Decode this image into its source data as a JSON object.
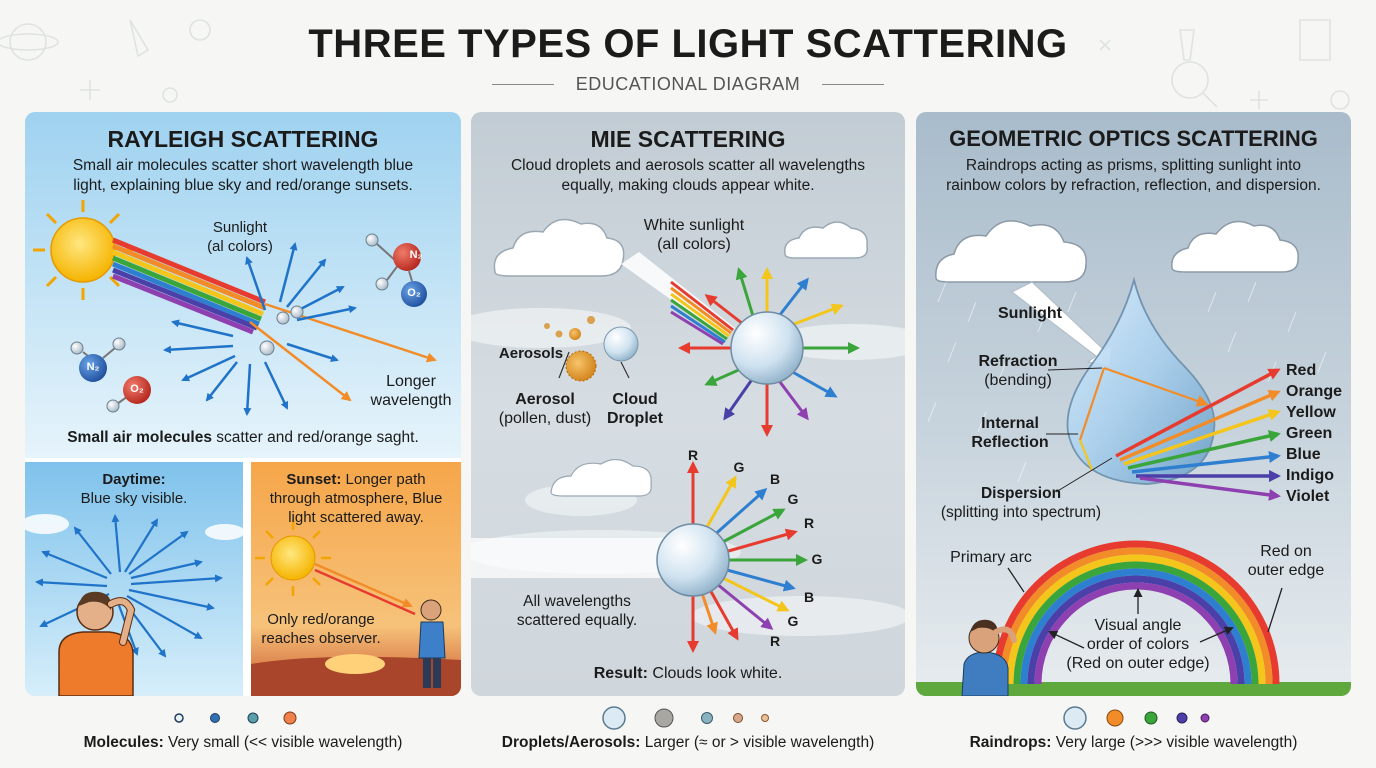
{
  "header": {
    "title": "THREE TYPES OF LIGHT SCATTERING",
    "subtitle": "EDUCATIONAL DIAGRAM"
  },
  "rayleigh": {
    "title": "RAYLEIGH SCATTERING",
    "desc_line1": "Small air molecules scatter short wavelength blue",
    "desc_line2": "light, explaining blue sky and red/orange sunsets.",
    "sunlight_line1": "Sunlight",
    "sunlight_line2": "(al colors)",
    "longer_line1": "Longer",
    "longer_line2": "wavelength",
    "molecules": [
      "N₂",
      "O₂",
      "N₂",
      "O₂"
    ],
    "caption_bold": "Small air molecules",
    "caption_rest": " scatter and red/orange saght.",
    "daytime_bold": "Daytime:",
    "daytime_rest": "Blue sky visible.",
    "sunset_bold": "Sunset:",
    "sunset_rest1": " Longer path",
    "sunset_rest2": "through atmosphere, Blue",
    "sunset_rest3": "light scattered away.",
    "observer_line1": "Only red/orange",
    "observer_line2": "reaches observer."
  },
  "mie": {
    "title": "MIE SCATTERING",
    "desc_line1": "Cloud droplets and aerosols scatter all wavelengths",
    "desc_line2": "equally, making clouds appear white.",
    "white_line1": "White sunlight",
    "white_line2": "(all colors)",
    "aerosols": "Aerosols",
    "aerosol_line1": "Aerosol",
    "aerosol_line2": "(pollen, dust)",
    "cloud_line1": "Cloud",
    "cloud_line2": "Droplet",
    "rgb_labels": [
      "R",
      "G",
      "B",
      "G",
      "R",
      "G",
      "B",
      "G",
      "R"
    ],
    "all_line1": "All wavelengths",
    "all_line2": "scattered equally.",
    "result_bold": "Result:",
    "result_rest": " Clouds look white."
  },
  "geometric": {
    "title": "GEOMETRIC OPTICS SCATTERING",
    "desc_line1": "Raindrops acting as prisms, splitting sunlight into",
    "desc_line2": "rainbow colors by refraction, reflection, and dispersion.",
    "sunlight": "Sunlight",
    "refraction_line1": "Refraction",
    "refraction_line2": "(bending)",
    "internal_line1": "Internal",
    "internal_line2": "Reflection",
    "dispersion_line1": "Dispersion",
    "dispersion_line2": "(splitting into spectrum)",
    "colors": [
      "Red",
      "Orange",
      "Yellow",
      "Green",
      "Blue",
      "Indigo",
      "Violet"
    ],
    "primary_arc": "Primary arc",
    "red_edge_line1": "Red on",
    "red_edge_line2": "outer edge",
    "visual_line1": "Visual angle",
    "visual_line2": "order of colors",
    "visual_line3": "(Red on outer edge)"
  },
  "footer": {
    "molecules_bold": "Molecules:",
    "molecules_rest": " Very small (<< visible wavelength)",
    "droplets_bold": "Droplets/Aerosols:",
    "droplets_rest": " Larger (≈ or > visible wavelength)",
    "raindrops_bold": "Raindrops:",
    "raindrops_rest": " Very large (>>> visible wavelength)"
  },
  "colors": {
    "red": "#e63b2e",
    "orange": "#f28c28",
    "yellow": "#f4c51b",
    "green": "#3aa53a",
    "blue": "#2f7fd1",
    "indigo": "#4b3fa8",
    "violet": "#8e3fb0",
    "sky_arrow": "#1f73c8"
  }
}
